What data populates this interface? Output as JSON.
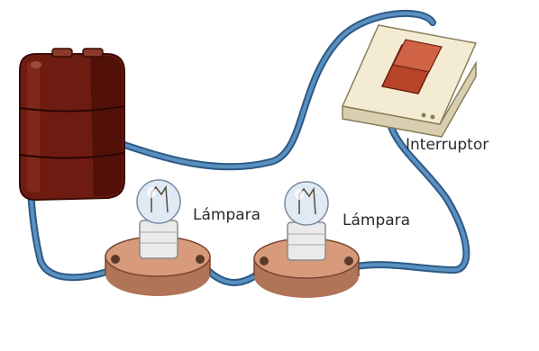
{
  "labels": {
    "switch": "Interruptor",
    "lamp1": "Lámpara",
    "lamp2": "Lámpara"
  },
  "colors": {
    "wire": "#4a7fae",
    "wire_dark": "#2d5a85",
    "battery": "#6e1c12",
    "battery_dark": "#4a0f08",
    "switch_base": "#f3ecd3",
    "switch_rocker": "#b8452a",
    "lamp_base": "#c98a6b",
    "bulb_glass": "#dfeaf5"
  }
}
